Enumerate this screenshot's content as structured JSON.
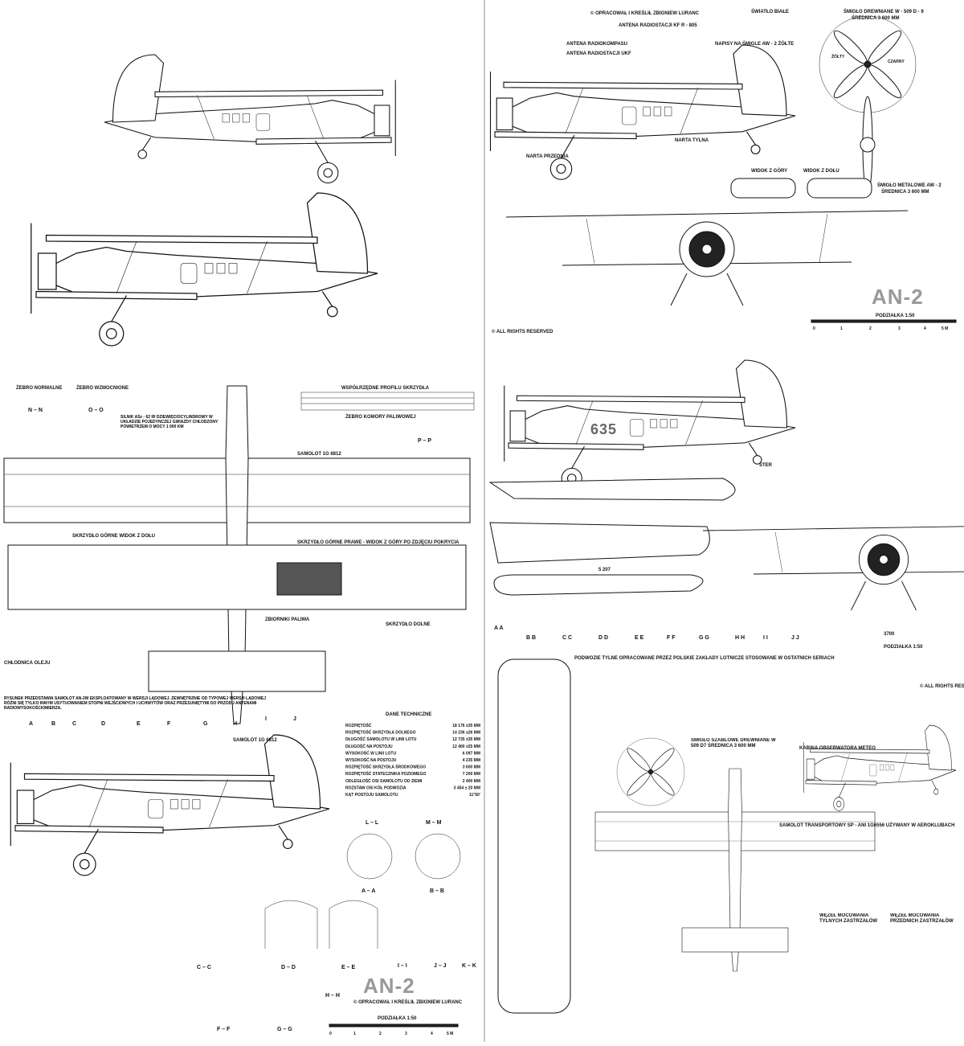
{
  "title": "AN-2",
  "credit": "© OPRACOWAŁ I KREŚLIŁ ZBIGNIEW LURANC",
  "rights": "© ALL RIGHTS RESERVED",
  "scale": {
    "label": "PODZIAŁKA 1:50",
    "ticks": [
      "0",
      "1",
      "2",
      "3",
      "4",
      "5 M"
    ]
  },
  "tech_data": {
    "heading": "DANE TECHNICZNE",
    "rows": [
      {
        "name": "ROZPIĘTOŚĆ",
        "value": "18 176 ±35 MM"
      },
      {
        "name": "ROZPIĘTOŚĆ SKRZYDŁA DOLNEGO",
        "value": "14 236 ±26 MM"
      },
      {
        "name": "DŁUGOŚĆ SAMOLOTU W LINII LOTU",
        "value": "12 735 ±35 MM"
      },
      {
        "name": "DŁUGOŚĆ NA POSTOJU",
        "value": "12 400 ±25 MM"
      },
      {
        "name": "WYSOKOŚĆ W LINII LOTU",
        "value": "6 097 MM"
      },
      {
        "name": "WYSOKOŚĆ NA POSTOJU",
        "value": "4 235 MM"
      },
      {
        "name": "ROZPIĘTOŚĆ SKRZYDŁA ŚRODKOWEGO",
        "value": "3 600 MM"
      },
      {
        "name": "ROZPIĘTOŚĆ STATECZNIKA POZIOMEGO",
        "value": "7 200 MM"
      },
      {
        "name": "ODLEGŁOŚĆ OSI SAMOLOTU OD ZIEMI",
        "value": "2 400 MM"
      },
      {
        "name": "ROZSTAW OSI KÓŁ PODWOZIA",
        "value": "3 454 ± 20 MM"
      },
      {
        "name": "KĄT POSTOJU SAMOLOTU",
        "value": "11°50'"
      }
    ]
  },
  "description": [
    "RYSUNEK PRZEDSTAWIA SAMOLOT AN-2W EKSPLOATOWANY W WERSJI LĄDOWEJ. ZEWNĘTRZNIE OD TYPOWEJ WERSJI LĄDOWEJ",
    "RÓŻNI SIĘ TYLKO INNYM USYTUOWANIEM STOPNI WEJŚCIOWYCH I UCHWYTÓW ORAZ PRZESUNIĘTYMI DO PRZODU ANTENAMI",
    "RADIOWYSOKOŚCIOMIERZA."
  ],
  "callouts": {
    "antenna_kf": "ANTENA RADIOSTACJI KF  R - 805",
    "light": "ŚWIATŁO BIAŁE",
    "antenna_radiocompass": "ANTENA RADIOKOMPASU",
    "antenna_ukf": "ANTENA RADIOSTACJI UKF",
    "prop_label": "NAPISY NA ŚMIGLE AW - 2  ŻÓŁTE",
    "prop_wood": "ŚMIGŁO DREWNIANE W - 509 D - 9",
    "prop_wood_dia": "ŚREDNICA 3 600 MM",
    "prop_metal": "ŚMIGŁO METALOWE AW - 2",
    "prop_metal_dia": "ŚREDNICA 3 600 MM",
    "zolty": "ŻÓŁTY",
    "czarny": "CZARNY",
    "ski_rear": "NARTA TYLNA",
    "ski_front": "NARTA PRZEDNIA",
    "view_top": "WIDOK Z GÓRY",
    "view_bottom": "WIDOK Z DOŁU",
    "wing_profiles": "WSPÓŁRZĘDNE PROFILU SKRZYDŁA",
    "rib_normal": "ŻEBRO NORMALNE",
    "rib_reinforced": "ŻEBRO WZMOCNIONE",
    "fuel_rib": "ŻEBRO KOMORY PALIWOWEJ",
    "engine": "SILNIK ASz - 62 IR DZIEWIĘCIOCYLINDROWY W UKŁADZIE POJEDYNCZEJ GWIAZDY CHŁODZONY POWIETRZEM O MOCY 1 000 KM",
    "lower_wing": "SKRZYDŁO GÓRNE WIDOK Z DOŁU",
    "upper_wing": "SKRZYDŁO GÓRNE PRAWE - WIDOK Z GÓRY PO ZDJĘCIU POKRYCIA",
    "fuel_tanks": "ZBIORNIKI PALIWA",
    "lower_wing_label": "SKRZYDŁO DOLNE",
    "oil_cooler": "CHŁODNICA OLEJU",
    "aircraft_612": "SAMOLOT 1G 6812",
    "seaplane_code": "635",
    "meteo": "KABINA OBSERWATORA METEO",
    "transport": "SAMOLOT TRANSPORTOWY SP - ANI 1G6556 UŻYWANY W AEROKLUBACH",
    "prop_sabre": "ŚMIGŁO SZABLOWE DREWNIANE W 509 D7 ŚREDNICA 3 600 MM",
    "rear_gear": "PODWOZIE TYLNE OPRACOWANE PRZEZ POLSKIE ZAKŁADY LOTNICZE STOSOWANE W OSTATNICH SERIACH",
    "tail_mount": "WĘZEŁ MOCOWANIA TYLNYCH ZASTRZAŁÓW",
    "front_mount": "WĘZEŁ MOCOWANIA PRZEDNICH ZASTRZAŁÓW",
    "float_length": "5 207",
    "float_width": "3700",
    "ster": "STER"
  },
  "sections": {
    "nn": "N – N",
    "oo": "O – O",
    "pp": "P – P",
    "ll": "L – L",
    "mm": "M – M",
    "aa": "A – A",
    "bb": "B – B",
    "cc": "C – C",
    "dd": "D – D",
    "ee": "E – E",
    "ii": "I – I",
    "jj": "J – J",
    "kk": "K – K",
    "ff": "F – F",
    "gg": "G – G",
    "hh": "H – H"
  },
  "station_letters": [
    "A",
    "B",
    "C",
    "D",
    "E",
    "F",
    "G",
    "H",
    "I",
    "J"
  ],
  "float_section_letters": [
    "A A",
    "B B",
    "C C",
    "D D",
    "E E",
    "F F",
    "G G",
    "H H",
    "I I",
    "J J"
  ]
}
